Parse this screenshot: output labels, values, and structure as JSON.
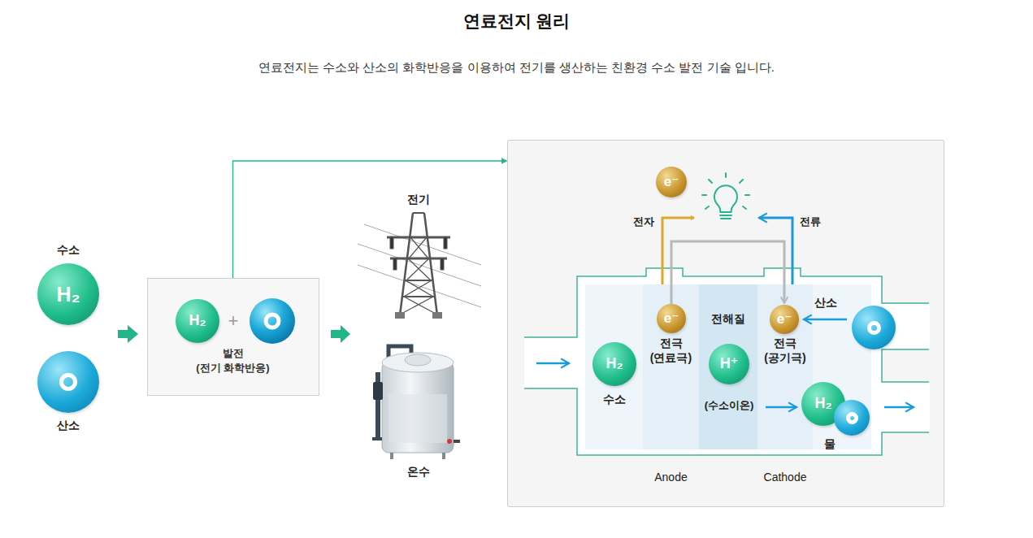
{
  "diagram": {
    "title": "연료전지 원리",
    "caption": "연료전지는 수소와 산소의 화학반응을 이용하여 전기를 생산하는 친환경 수소 발전 기술 입니다.",
    "nodes": [
      {
        "text": [
          "수소",
          "H₂"
        ]
      },
      {
        "text": [
          "산소"
        ]
      },
      {
        "text": [
          "발전",
          "(전기 화학반응)"
        ]
      },
      {
        "text": [
          "H₂"
        ],
        "in": 2
      },
      {
        "text": []
      },
      {
        "text": [
          "전극",
          "(연료극)",
          "Anode"
        ],
        "in": 4
      },
      {
        "text": [
          "전해질"
        ],
        "in": 4
      },
      {
        "text": [
          "전극",
          "(공기극)",
          "Cathode"
        ],
        "in": 4
      },
      {
        "text": [
          "e⁻"
        ],
        "in": 4
      },
      {
        "text": [
          "e⁻"
        ],
        "in": 5
      },
      {
        "text": [
          "H₂",
          "수소"
        ],
        "in": 4
      },
      {
        "text": [
          "H⁺",
          "(수소이온)"
        ],
        "in": 6
      },
      {
        "text": [
          "e⁻"
        ],
        "in": 7
      },
      {
        "text": [
          "H₂",
          "물"
        ],
        "in": 4
      },
      {
        "text": [
          "산소"
        ],
        "in": 4
      }
    ],
    "edges": [
      {
        "from": 2,
        "to": 4,
        "arrow": "to"
      },
      {
        "from": 9,
        "to": 12,
        "arrow": "to"
      },
      {
        "from": 14,
        "to": 12,
        "arrow": "to"
      },
      {
        "from": 11,
        "to": 13,
        "arrow": "to"
      }
    ],
    "labels": [
      "+",
      "전기",
      "온수",
      "전자",
      "전류"
    ]
  }
}
